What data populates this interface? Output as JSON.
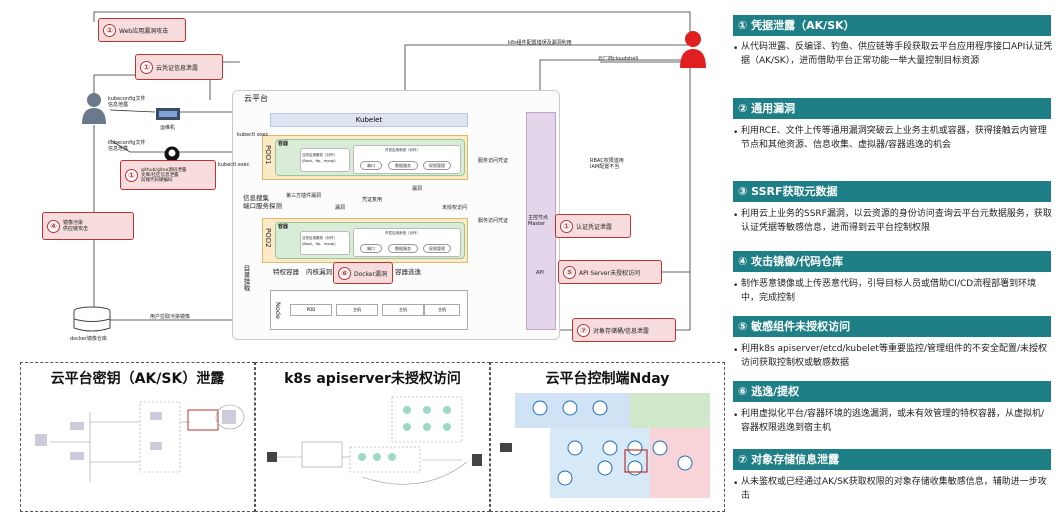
{
  "arch": {
    "callouts": [
      {
        "num": "②",
        "text": "Web应用漏洞攻击"
      },
      {
        "num": "①",
        "text": "云凭证信息泄露"
      },
      {
        "num": "①",
        "text": "github/gitee源码泄露\n文库/社区信息泄露\n前端代码硬编码"
      },
      {
        "num": "④",
        "text": "镜像污染\n供应链攻击"
      },
      {
        "num": "①",
        "text": "认证凭证泄露"
      },
      {
        "num": "⑤",
        "text": "API Server未授权访问"
      },
      {
        "num": "⑦",
        "text": "对象存储桶/信息泄露"
      },
      {
        "num": "⑥",
        "text": "Docker漏洞"
      }
    ],
    "labels": {
      "kubeconfig1": "kubeconfig文件\n信息泄露",
      "jump": "运维机",
      "kubeconfig2": "kubeconfig文件\n信息泄露",
      "k8s_config": "k8s组件配置错误及漏洞利用",
      "cloudshell": "云厂商cloudshell",
      "cloud_platform": "云平台",
      "kubelet": "Kubelet",
      "kubectl_exec1": "kubectl exec",
      "kubectl_exec2": "kubectl exec",
      "pod1": "POD1",
      "pod2": "POD2",
      "container": "容器",
      "svc_app": "业务应用服务（对外）\n(Bash、ftp、mysql)",
      "dev_app": "开发应用系统（对外）",
      "port": "端口",
      "data_service": "数据服务",
      "permission": "权限管理",
      "third_party": "第三方插件漏洞",
      "info_leak": "信息搜集\n端口服务探测",
      "escape1": "漏洞",
      "cred_reuse": "凭证复用",
      "vuln": "漏洞",
      "unauth": "未授权访问",
      "svc_cred1": "服务访问凭证",
      "svc_cred2": "服务访问凭证",
      "rbac": "RBAC权限滥用\nIAM配置不当",
      "master": "主控节点\nMaster",
      "api": "API",
      "dir_mount": "目录挂载",
      "priv_container": "特权容器",
      "kernel_vuln": "内核漏洞",
      "escape2": "容器逃逸",
      "node": "Node",
      "node_items": [
        "POD",
        "主机",
        "主机",
        "主机"
      ],
      "docker_repo": "docker镜像仓库",
      "pull_image": "用户拉取污染镜像"
    }
  },
  "bottom": {
    "box1_title": "云平台密钥（AK/SK）泄露",
    "box2_title": "k8s apiserver未授权访问",
    "box3_title": "云平台控制端Nday"
  },
  "panel": [
    {
      "title": "① 凭据泄露（AK/SK）",
      "text": "从代码泄露、反编译、钓鱼、供应链等手段获取云平台应用程序接口API认证凭据（AK/SK），进而借助平台正常功能一举大量控制目标资源"
    },
    {
      "title": "② 通用漏洞",
      "text": "利用RCE、文件上传等通用漏洞突破云上业务主机或容器，获得接触云内管理节点和其他资源、信息收集、虚拟器/容器逃逸的机会"
    },
    {
      "title": "③ SSRF获取元数据",
      "text": "利用云上业务的SSRF漏洞，以云资源的身份访问查询云平台元数据服务，获取认证凭据等敏感信息，进而得到云平台控制权限"
    },
    {
      "title": "④ 攻击镜像/代码仓库",
      "text": "制作恶意镜像或上传恶意代码，引导目标人员或借助CI/CD流程部署到环境中，完成控制"
    },
    {
      "title": "⑤ 敏感组件未授权访问",
      "text": "利用k8s apiserver/etcd/kubelet等重要监控/管理组件的不安全配置/未授权访问获取控制权或敏感数据"
    },
    {
      "title": "⑥ 逃逸/提权",
      "text": "利用虚拟化平台/容器环境的逃逸漏洞，或未有效管理的特权容器，从虚拟机/容器权限逃逸到宿主机"
    },
    {
      "title": "⑦ 对象存储信息泄露",
      "text": "从未鉴权或已经通过AK/SK获取权限的对象存储收集敏感信息，辅助进一步攻击"
    }
  ],
  "colors": {
    "header": "#1f7f86",
    "alert": "#c0312f",
    "attacker": "#e02020",
    "user": "#6a7a8c"
  }
}
